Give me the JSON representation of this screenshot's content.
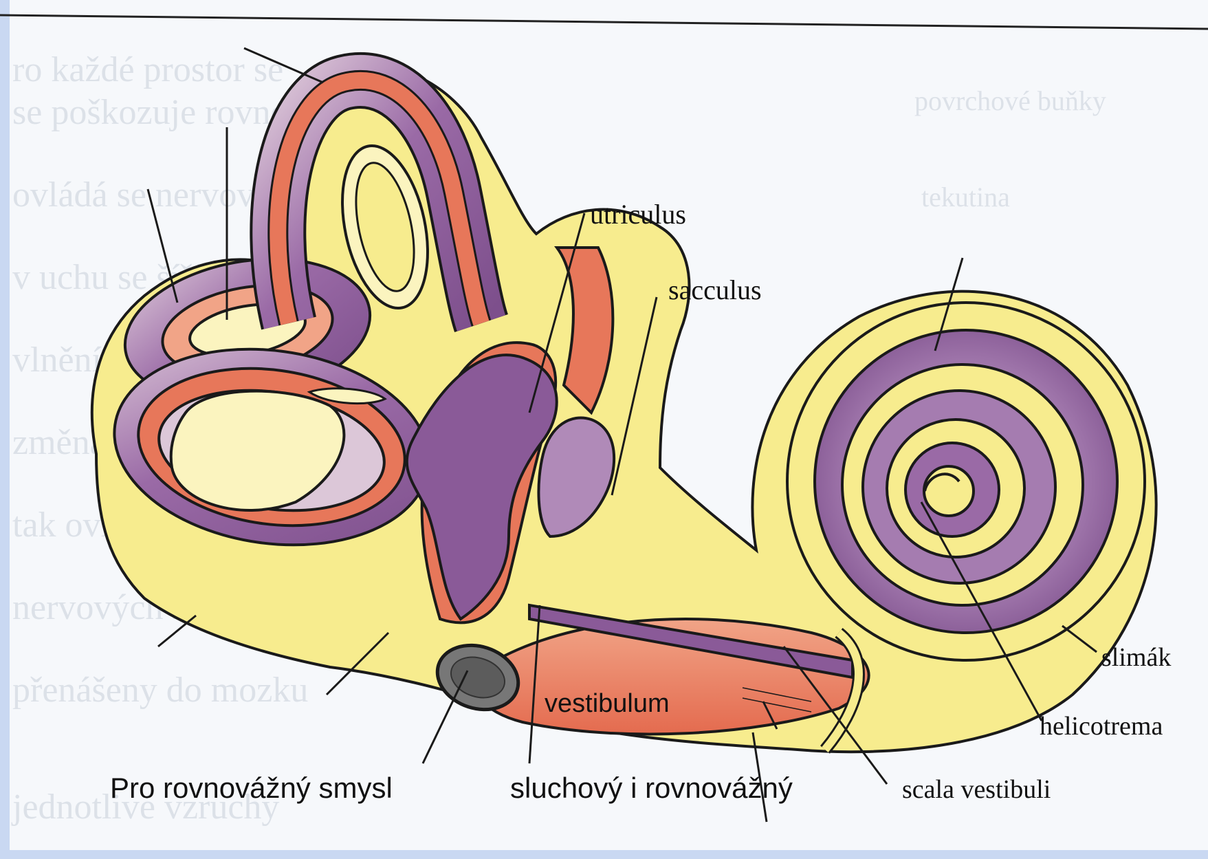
{
  "colors": {
    "background": "#f6f8fb",
    "frame_blue": "#c9d8f2",
    "outline": "#1a1a1a",
    "yellow": "#f7ec8e",
    "pale_yellow": "#fbf4bf",
    "purple": "#8a5a98",
    "lavender": "#c9b2cc",
    "salmon": "#e7775a",
    "gray_stump": "#777777"
  },
  "labels": {
    "utriculus": "utriculus",
    "sacculus": "sacculus",
    "slimak": "slimák",
    "helicotrema": "helicotrema",
    "scala_vestibuli": "scala vestibuli",
    "vestibulum": "vestibulum",
    "pro_rovnovazny_smysl": "Pro rovnovážný smysl",
    "sluchovy_i_rovnovazny": "sluchový i rovnovážný"
  }
}
